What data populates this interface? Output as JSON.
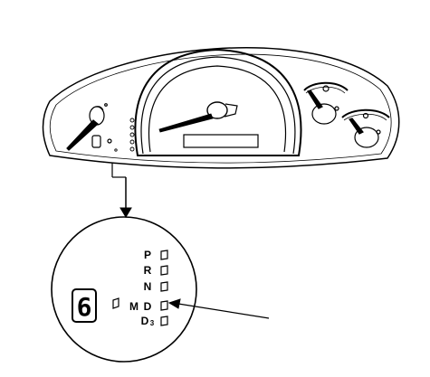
{
  "gear_indicator": {
    "gears": [
      {
        "label": "P",
        "sub": ""
      },
      {
        "label": "R",
        "sub": ""
      },
      {
        "label": "N",
        "sub": ""
      },
      {
        "label": "D",
        "sub": ""
      },
      {
        "label": "D",
        "sub": "3"
      }
    ],
    "mode_label": "M",
    "digit": "6"
  },
  "colors": {
    "line": "#000000",
    "background": "#ffffff"
  }
}
